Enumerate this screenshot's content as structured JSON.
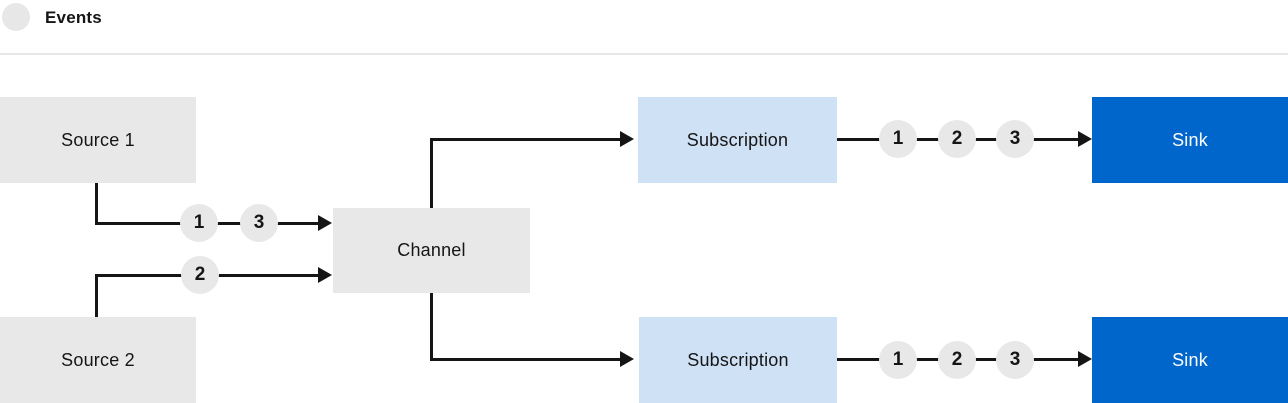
{
  "legend": {
    "label": "Events"
  },
  "nodes": {
    "source1": {
      "label": "Source 1"
    },
    "source2": {
      "label": "Source 2"
    },
    "channel": {
      "label": "Channel"
    },
    "subscription_top": {
      "label": "Subscription"
    },
    "subscription_bottom": {
      "label": "Subscription"
    },
    "sink_top": {
      "label": "Sink"
    },
    "sink_bottom": {
      "label": "Sink"
    }
  },
  "event_markers": {
    "source1_to_channel": [
      "1",
      "3"
    ],
    "source2_to_channel": [
      "2"
    ],
    "subscription_top_to_sink": [
      "1",
      "2",
      "3"
    ],
    "subscription_bottom_to_sink": [
      "1",
      "2",
      "3"
    ]
  },
  "colors": {
    "node_gray": "#e8e8e8",
    "subscription_light_blue": "#cfe1f5",
    "sink_blue": "#0066cc",
    "line_and_text_dark": "#151515",
    "sink_text": "#ffffff"
  }
}
